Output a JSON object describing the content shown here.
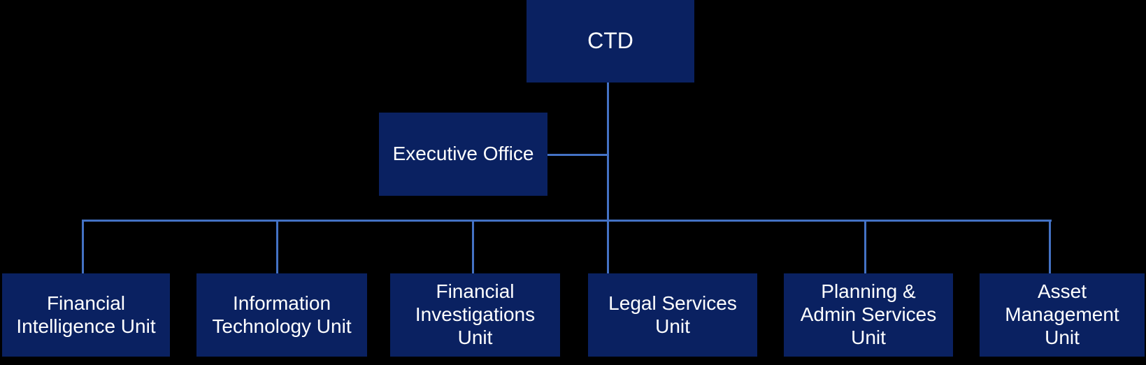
{
  "colors": {
    "background": "#000000",
    "box_fill": "#0a2161",
    "connector": "#4472c4",
    "text": "#ffffff"
  },
  "org_chart": {
    "root": {
      "label": "CTD"
    },
    "staff": {
      "label": "Executive Office"
    },
    "units": [
      {
        "lines": [
          "Financial",
          "Intelligence Unit"
        ]
      },
      {
        "lines": [
          "Information",
          "Technology Unit"
        ]
      },
      {
        "lines": [
          "Financial",
          "Investigations",
          "Unit"
        ]
      },
      {
        "lines": [
          "Legal Services",
          "Unit"
        ]
      },
      {
        "lines": [
          "Planning &",
          "Admin Services",
          "Unit"
        ]
      },
      {
        "lines": [
          "Asset",
          "Management",
          "Unit"
        ]
      }
    ]
  }
}
